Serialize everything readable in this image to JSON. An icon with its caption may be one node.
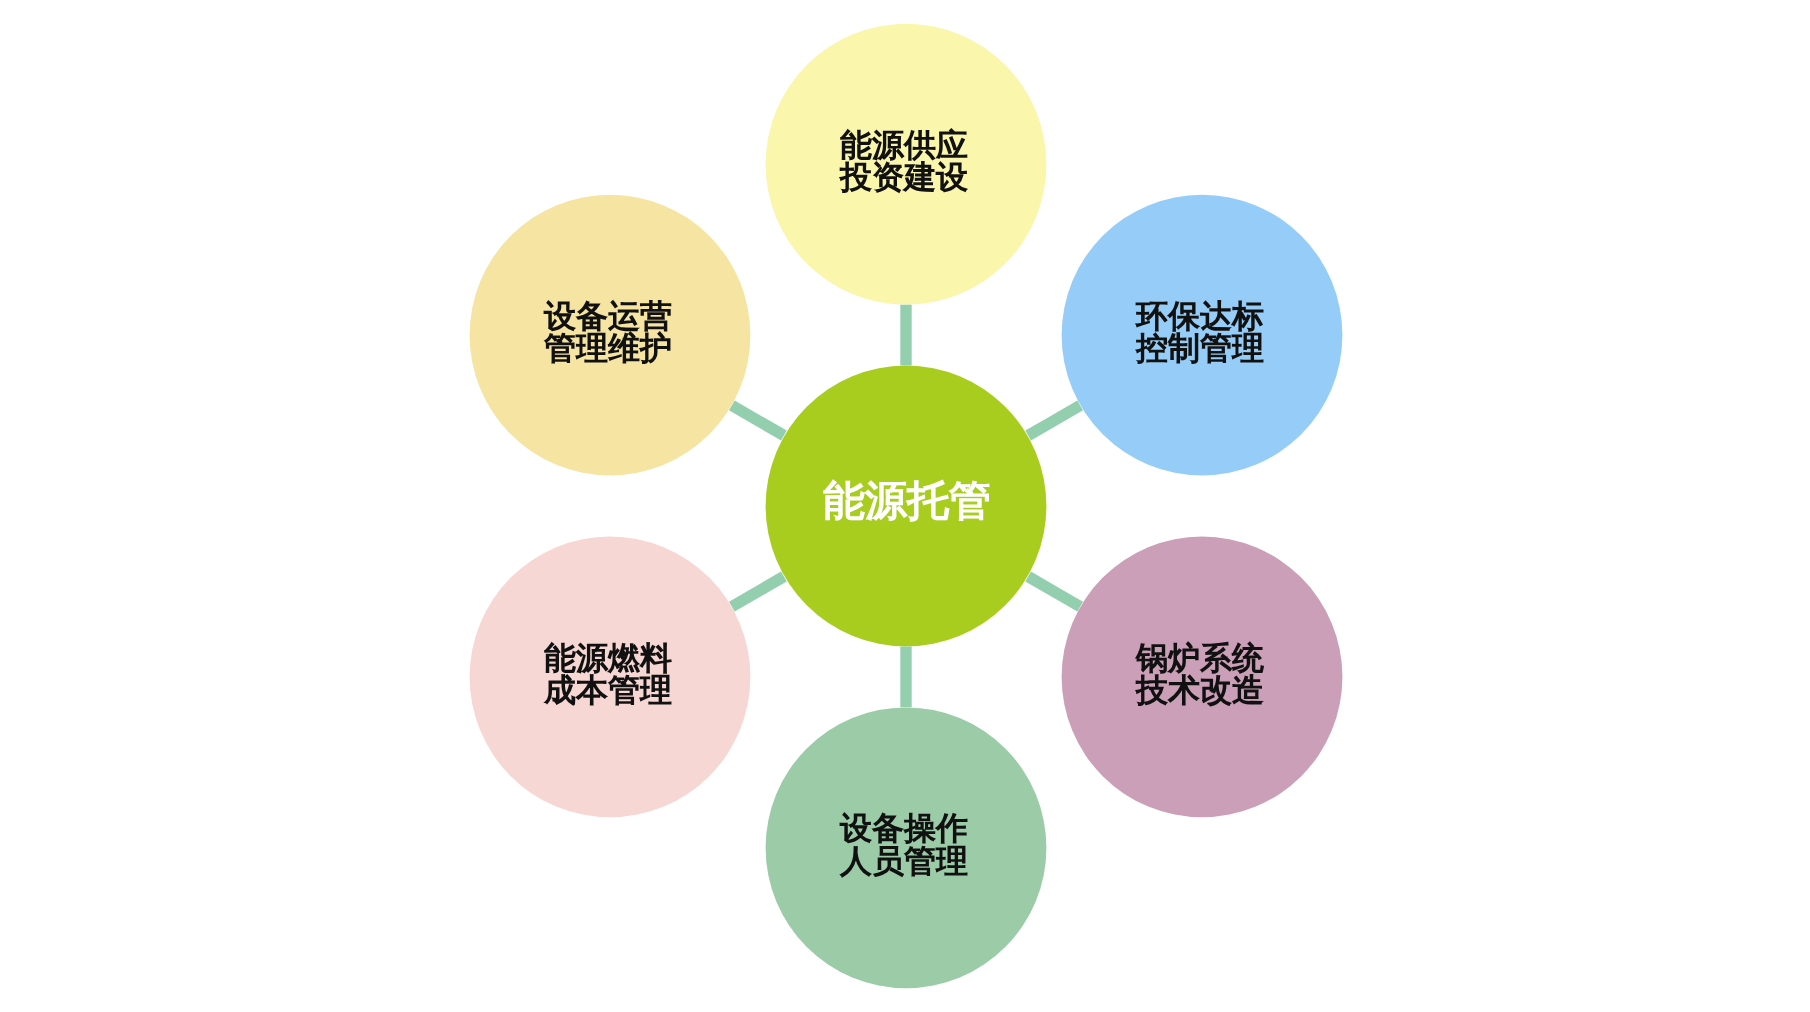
{
  "diagram": {
    "nodes": [
      {
        "text": [
          "能源供应投资建设"
        ]
      },
      {
        "text": [
          "设备运营管理维护"
        ]
      },
      {
        "text": [
          "环保达标控制管理"
        ]
      },
      {
        "text": [
          "能源托管"
        ]
      },
      {
        "text": [
          "能源燃料成本管理"
        ]
      },
      {
        "text": [
          "锅炉系统技术改造"
        ]
      },
      {
        "text": [
          "设备操作人员管理"
        ]
      }
    ],
    "edges": [
      {
        "from": 3,
        "to": 0,
        "arrow": "none"
      },
      {
        "from": 3,
        "to": 2,
        "arrow": "none"
      },
      {
        "from": 3,
        "to": 5,
        "arrow": "none"
      },
      {
        "from": 3,
        "to": 6,
        "arrow": "none"
      },
      {
        "from": 3,
        "to": 4,
        "arrow": "none"
      },
      {
        "from": 3,
        "to": 1,
        "arrow": "none"
      }
    ]
  }
}
